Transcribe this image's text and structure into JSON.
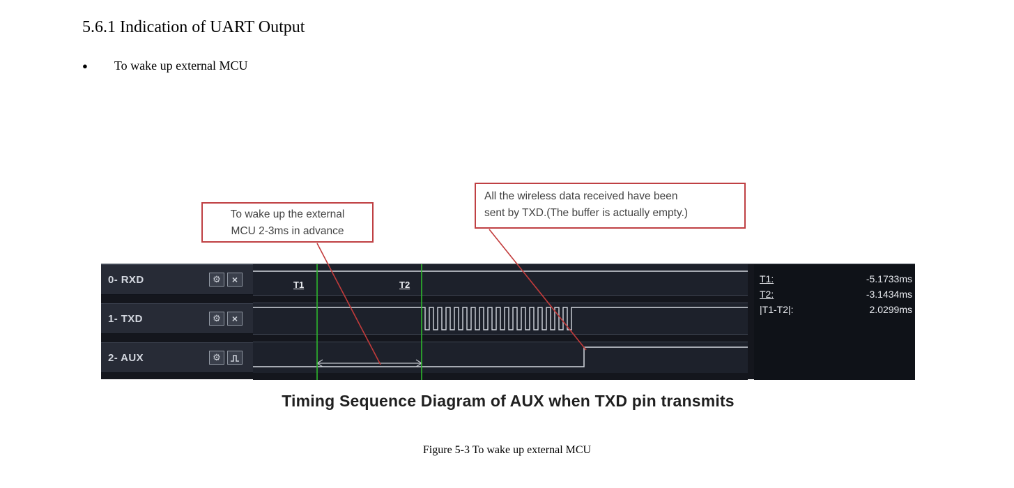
{
  "document": {
    "heading": "5.6.1 Indication of UART Output",
    "bullet_text": "To wake up external MCU",
    "diagram_title": "Timing Sequence Diagram of AUX when TXD pin transmits",
    "figure_caption": "Figure 5-3 To wake up external MCU"
  },
  "callouts": {
    "wake_note": {
      "lines": [
        "To wake up the external",
        "MCU 2-3ms in advance"
      ]
    },
    "buffer_note": {
      "lines": [
        "All the wireless data received have been",
        "sent by TXD.(The buffer is actually empty.)"
      ]
    }
  },
  "analyzer": {
    "channels": [
      {
        "label": "0- RXD"
      },
      {
        "label": "1- TXD"
      },
      {
        "label": "2- AUX"
      }
    ],
    "cursor_labels": {
      "t1": "T1",
      "t2": "T2"
    },
    "measurements": [
      {
        "label": "T1:",
        "value": "-5.1733ms"
      },
      {
        "label": "T2:",
        "value": "-3.1434ms"
      },
      {
        "label": "|T1-T2|:",
        "value": "2.0299ms"
      }
    ],
    "colors": {
      "cursor_green": "#2db82d",
      "annotation_red": "#c23b3b",
      "waveform_gray": "#d3d7df"
    }
  },
  "icons": {
    "bullet": "●",
    "gear": "⚙",
    "close": "×"
  }
}
